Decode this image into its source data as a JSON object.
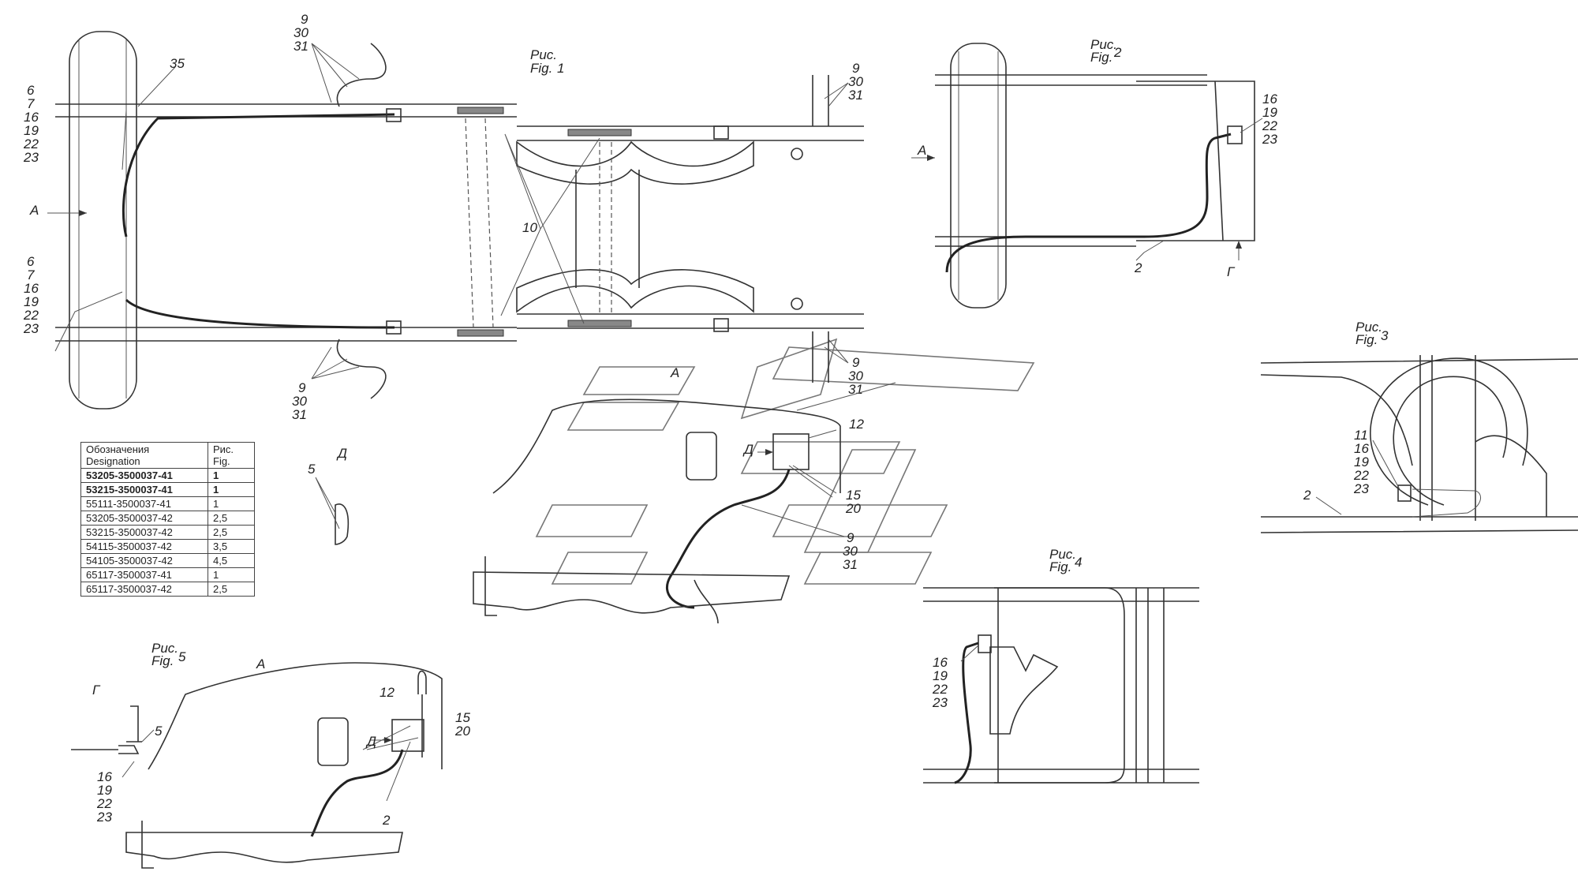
{
  "figures": {
    "fig1": {
      "ru": "Рис.",
      "en": "Fig.",
      "num": "1"
    },
    "fig2": {
      "ru": "Рис.",
      "en": "Fig.",
      "num": "2"
    },
    "fig3": {
      "ru": "Рис.",
      "en": "Fig.",
      "num": "3"
    },
    "fig4": {
      "ru": "Рис.",
      "en": "Fig.",
      "num": "4"
    },
    "fig5": {
      "ru": "Рис.",
      "en": "Fig.",
      "num": "5"
    }
  },
  "view_letters": {
    "A": "А",
    "D": "Д",
    "G": "Г"
  },
  "callouts": {
    "c35": "35",
    "c10": "10",
    "c2": "2",
    "c5": "5",
    "c11": "11",
    "c12": "12",
    "stack_6_23": [
      "6",
      "7",
      "16",
      "19",
      "22",
      "23"
    ],
    "stack_9_31": [
      "9",
      "30",
      "31"
    ],
    "stack_16_23": [
      "16",
      "19",
      "22",
      "23"
    ],
    "stack_11_23": [
      "11",
      "16",
      "19",
      "22",
      "23"
    ],
    "stack_15_20": [
      "15",
      "20"
    ]
  },
  "legend": {
    "header_designation": [
      "Обозначения",
      "Designation"
    ],
    "header_fig": [
      "Рис.",
      "Fig."
    ],
    "rows": [
      {
        "designation": "53205-3500037-41",
        "fig": "1",
        "bold": true
      },
      {
        "designation": "53215-3500037-41",
        "fig": "1",
        "bold": true
      },
      {
        "designation": "55111-3500037-41",
        "fig": "1",
        "bold": false
      },
      {
        "designation": "53205-3500037-42",
        "fig": "2,5",
        "bold": false
      },
      {
        "designation": "53215-3500037-42",
        "fig": "2,5",
        "bold": false
      },
      {
        "designation": "54115-3500037-42",
        "fig": "3,5",
        "bold": false
      },
      {
        "designation": "54105-3500037-42",
        "fig": "4,5",
        "bold": false
      },
      {
        "designation": "65117-3500037-41",
        "fig": "1",
        "bold": false
      },
      {
        "designation": "65117-3500037-42",
        "fig": "2,5",
        "bold": false
      }
    ]
  }
}
